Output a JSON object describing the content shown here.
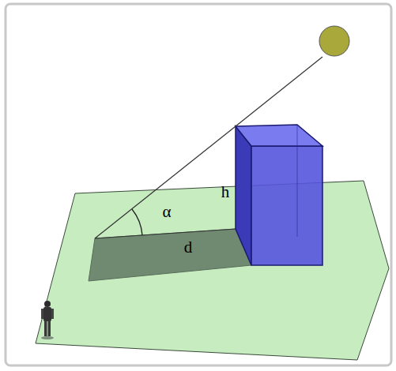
{
  "diagram": {
    "labels": [
      "h",
      "α",
      "d"
    ]
  }
}
